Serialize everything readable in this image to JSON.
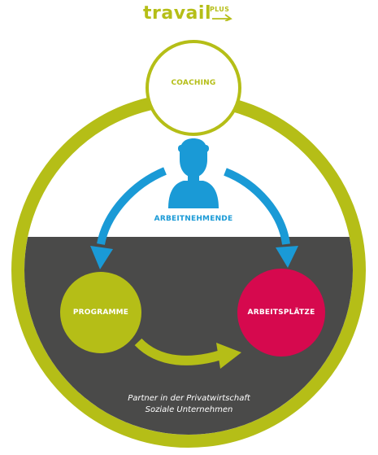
{
  "logo": {
    "word": "travail",
    "superscript": "PLUS"
  },
  "nodes": {
    "coaching": "COACHING",
    "arbeitnehmende": "ARBEITNEHMENDE",
    "programme": "PROGRAMME",
    "arbeitsplaetze": "ARBEITSPLÄTZE"
  },
  "partners": {
    "line1": "Partner in der Privatwirtschaft",
    "line2": "Soziale Unternehmen"
  },
  "colors": {
    "brand_green": "#b5be17",
    "dark_panel": "#4a4a49",
    "blue": "#1a9ad6",
    "magenta": "#d6094e",
    "white": "#ffffff"
  }
}
